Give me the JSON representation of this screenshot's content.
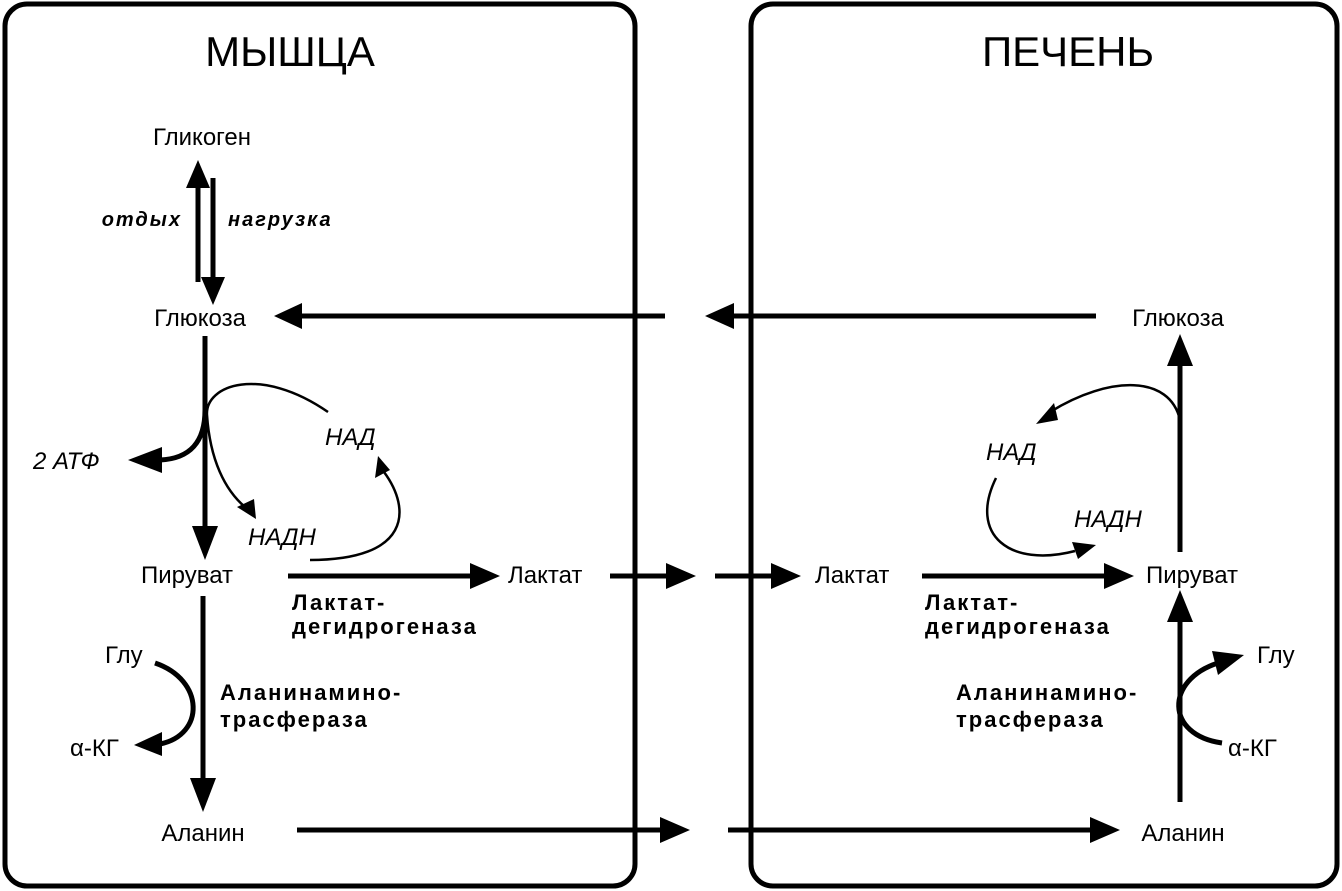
{
  "muscle": {
    "title": "МЫШЦА",
    "glycogen": "Гликоген",
    "rest": "отдых",
    "load": "нагрузка",
    "glucose": "Глюкоза",
    "atp": "2 АТФ",
    "nad": "НАД",
    "nadh": "НАДН",
    "pyruvate": "Пируват",
    "lactate": "Лактат",
    "ldh_line1": "Лактат-",
    "ldh_line2": "дегидрогеназа",
    "glu": "Глу",
    "akg": "α-КГ",
    "alt_line1": "Аланинамино-",
    "alt_line2": "трасфераза",
    "alanine": "Аланин"
  },
  "liver": {
    "title": "ПЕЧЕНЬ",
    "glucose": "Глюкоза",
    "nad": "НАД",
    "nadh": "НАДН",
    "lactate": "Лактат",
    "pyruvate": "Пируват",
    "ldh_line1": "Лактат-",
    "ldh_line2": "дегидрогеназа",
    "glu": "Глу",
    "alt_line1": "Аланинамино-",
    "alt_line2": "трасфераза",
    "akg": "α-КГ",
    "alanine": "Аланин"
  }
}
